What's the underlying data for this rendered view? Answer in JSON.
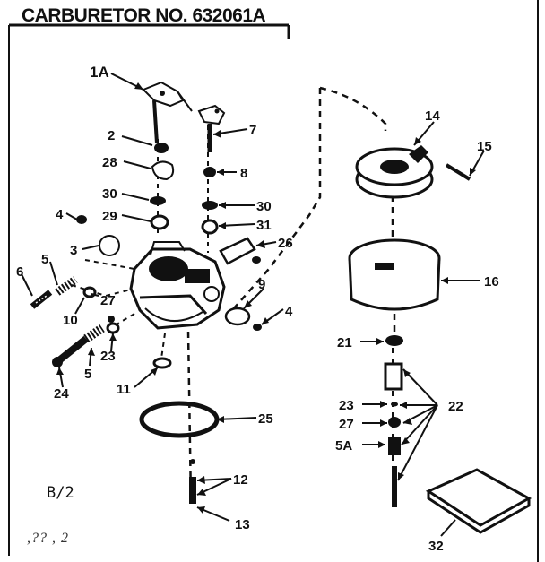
{
  "title": "CARBURETOR NO. 632061A",
  "corner_label": "B/2",
  "footer_mark": ",?? ,   2",
  "callouts": [
    {
      "id": "1A",
      "label": "1A"
    },
    {
      "id": "2",
      "label": "2"
    },
    {
      "id": "28",
      "label": "28"
    },
    {
      "id": "30a",
      "label": "30"
    },
    {
      "id": "29",
      "label": "29"
    },
    {
      "id": "4a",
      "label": "4"
    },
    {
      "id": "3",
      "label": "3"
    },
    {
      "id": "5a",
      "label": "5"
    },
    {
      "id": "6",
      "label": "6"
    },
    {
      "id": "27a",
      "label": "27"
    },
    {
      "id": "10",
      "label": "10"
    },
    {
      "id": "23a",
      "label": "23"
    },
    {
      "id": "24",
      "label": "24"
    },
    {
      "id": "5b",
      "label": "5"
    },
    {
      "id": "11",
      "label": "11"
    },
    {
      "id": "7",
      "label": "7"
    },
    {
      "id": "8",
      "label": "8"
    },
    {
      "id": "30b",
      "label": "30"
    },
    {
      "id": "31",
      "label": "31"
    },
    {
      "id": "26",
      "label": "26"
    },
    {
      "id": "9",
      "label": "9"
    },
    {
      "id": "4b",
      "label": "4"
    },
    {
      "id": "25",
      "label": "25"
    },
    {
      "id": "12",
      "label": "12"
    },
    {
      "id": "13",
      "label": "13"
    },
    {
      "id": "14",
      "label": "14"
    },
    {
      "id": "15",
      "label": "15"
    },
    {
      "id": "16",
      "label": "16"
    },
    {
      "id": "21",
      "label": "21"
    },
    {
      "id": "22",
      "label": "22"
    },
    {
      "id": "23b",
      "label": "23"
    },
    {
      "id": "27b",
      "label": "27"
    },
    {
      "id": "5A",
      "label": "5A"
    },
    {
      "id": "32",
      "label": "32"
    }
  ]
}
